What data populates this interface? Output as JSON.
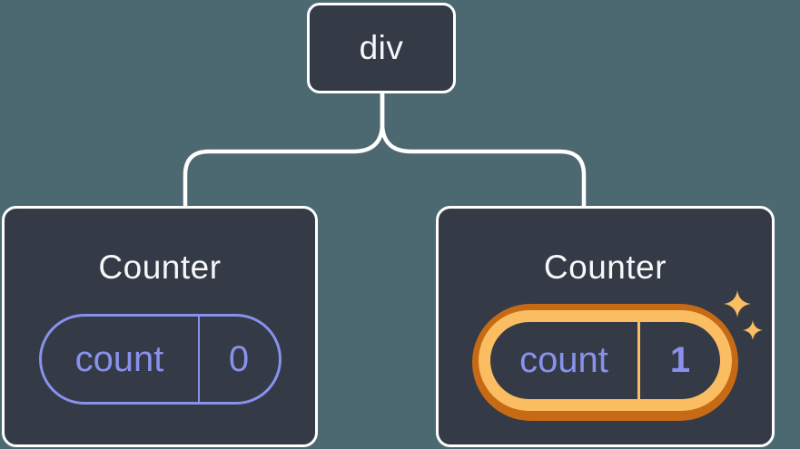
{
  "diagram": {
    "background_color": "#4C6972",
    "connector_color": "#FFFFFF",
    "card_background": "#343A46",
    "card_border_color": "#FFFFFF",
    "root_node": {
      "label": "div"
    },
    "children": [
      {
        "title": "Counter",
        "state": {
          "label": "count",
          "value": "0"
        },
        "highlighted": false,
        "accent_color": "#8891EC"
      },
      {
        "title": "Counter",
        "state": {
          "label": "count",
          "value": "1"
        },
        "highlighted": true,
        "accent_color": "#8891EC",
        "highlight_ring_outer_color": "#C76A15",
        "highlight_ring_inner_color": "#FABD62",
        "icons": [
          "sparkle-icon-large",
          "sparkle-icon-small"
        ]
      }
    ]
  }
}
